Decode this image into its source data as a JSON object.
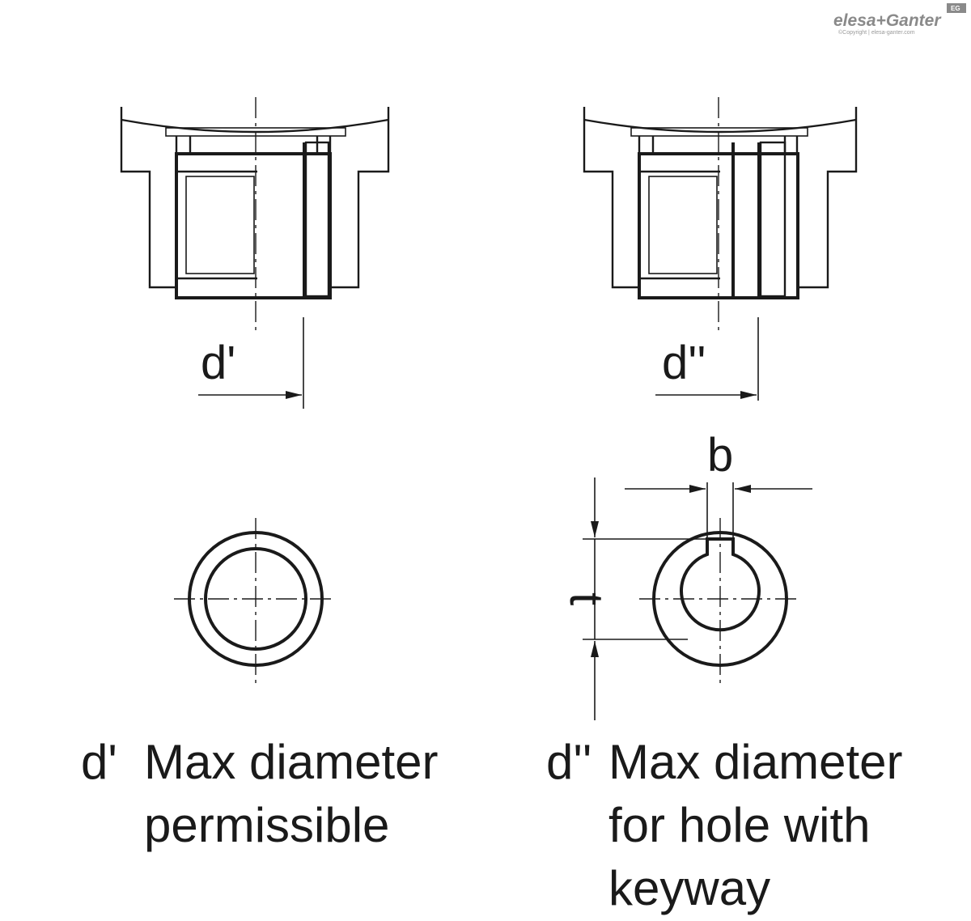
{
  "brand": {
    "name": "elesa+Ganter",
    "copyright": "©Copyright | elesa-ganter.com",
    "badge": "EG"
  },
  "dimensions": {
    "left_bore": "d'",
    "right_bore": "d''",
    "key_width": "b",
    "key_depth": "t"
  },
  "captions": {
    "left": {
      "symbol": "d'",
      "lines": [
        "Max diameter",
        "permissible"
      ]
    },
    "right": {
      "symbol": "d''",
      "lines": [
        "Max diameter",
        "for hole with",
        "keyway"
      ]
    }
  }
}
